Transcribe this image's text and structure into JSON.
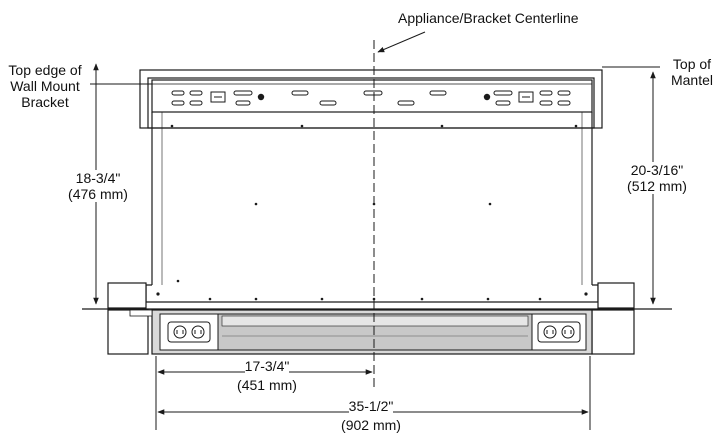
{
  "labels": {
    "centerline": "Appliance/Bracket Centerline",
    "top_edge": [
      "Top edge of",
      "Wall Mount",
      "Bracket"
    ],
    "top_mantel": [
      "Top of",
      "Mantel"
    ]
  },
  "dimensions": {
    "left_height": {
      "imperial": "18-3/4\"",
      "metric": "(476 mm)"
    },
    "right_height": {
      "imperial": "20-3/16\"",
      "metric": "(512 mm)"
    },
    "half_width": {
      "imperial": "17-3/4\"",
      "metric": "(451 mm)"
    },
    "full_width": {
      "imperial": "35-1/2\"",
      "metric": "(902 mm)"
    }
  },
  "colors": {
    "line": "#1a1a1a",
    "panel": "#c8c8c8",
    "trim": "#e6e6e6"
  }
}
